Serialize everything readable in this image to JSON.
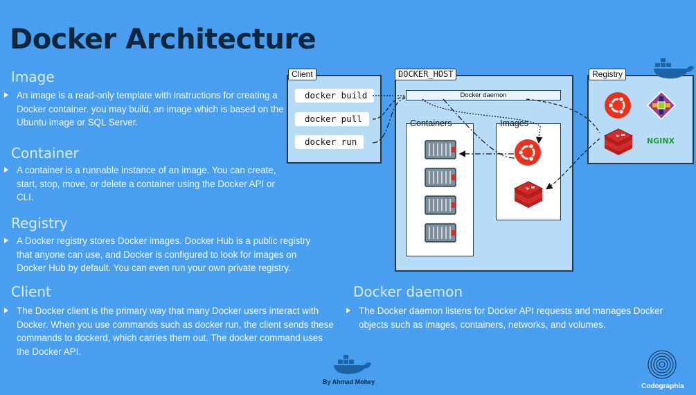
{
  "title": "Docker Architecture",
  "sections": {
    "image": {
      "title": "Image",
      "body": "An image is a read-only template with instructions for creating a Docker container. you may build, an image which is based on the Ubuntu image or SQL Server."
    },
    "container": {
      "title": "Container",
      "body": "A container is a runnable instance of an image. You can create, start, stop, move, or delete a container using the Docker API or CLI."
    },
    "registry": {
      "title": "Registry",
      "body": "A Docker registry stores Docker images. Docker Hub is a public registry that anyone can use, and Docker is configured to look for images on Docker Hub by default. You can even run your own private registry."
    },
    "client": {
      "title": "Client",
      "body": "The Docker client is the primary way that many Docker users interact with Docker. When you use commands such as docker run, the client sends these commands to dockerd, which carries them out. The docker command uses the Docker API."
    },
    "daemon": {
      "title": "Docker daemon",
      "body": "The Docker daemon listens for Docker API requests and manages Docker objects such as images, containers, networks, and volumes."
    }
  },
  "diagram": {
    "client_label": "Client",
    "commands": [
      "docker build",
      "docker pull",
      "docker run"
    ],
    "host_label": "DOCKER_HOST",
    "daemon_label": "Docker daemon",
    "containers_label": "Containers",
    "images_label": "Images",
    "registry_label": "Registry",
    "nginx_label": "NGINX"
  },
  "footer": {
    "author": "By Ahmad Mohey",
    "brand": "Codographia"
  },
  "colors": {
    "background": "#4a9ef0",
    "panel": "#b9dcf6",
    "ubuntu": "#e8321e",
    "redis": "#d52a28",
    "container": "#7d8e9a",
    "nginx": "#1a9c3a"
  },
  "icons": [
    "docker-whale-icon",
    "ubuntu-icon",
    "centos-icon",
    "redis-icon",
    "nginx-icon",
    "container-icon",
    "codographia-logo-icon"
  ]
}
